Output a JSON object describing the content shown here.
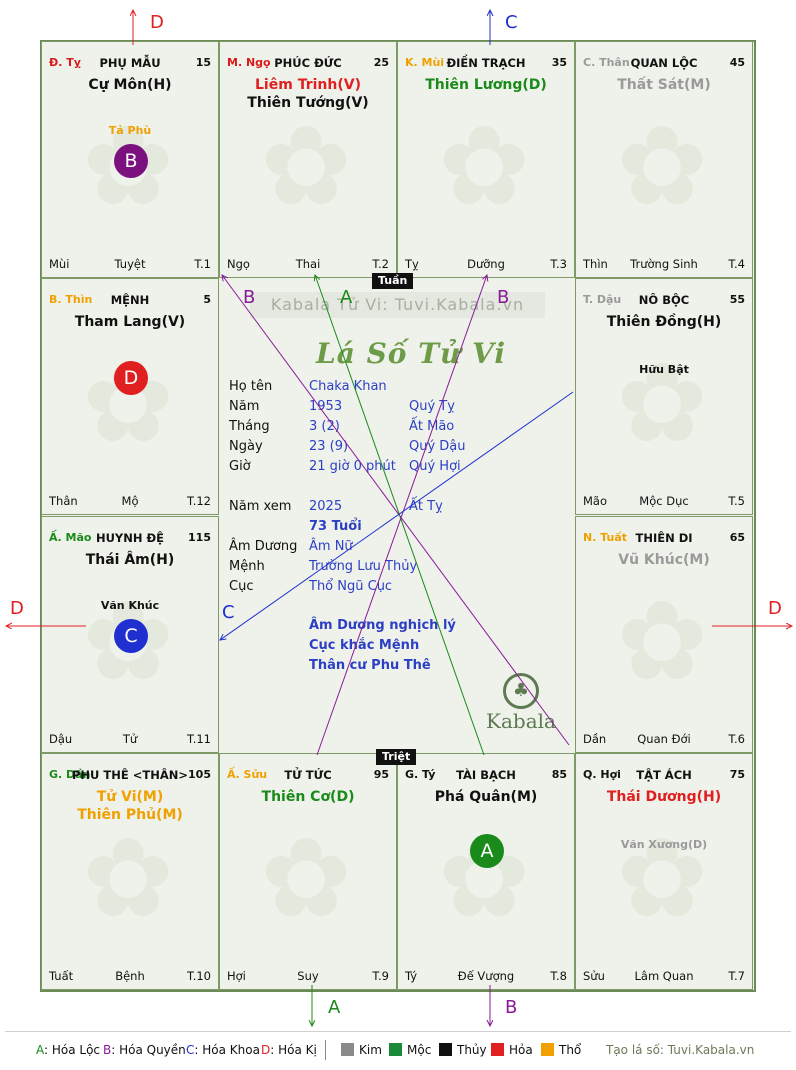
{
  "colors": {
    "hoa_loc": "#1a8a1a",
    "hoa_quyen": "#8a1a9a",
    "hoa_khoa": "#1f2fd0",
    "hoa_ki": "#e02020",
    "kim": "#8a8a8a",
    "moc": "#1a8a3a",
    "thuy": "#111111",
    "hoa": "#e02020",
    "tho": "#f0a000"
  },
  "palaces": [
    {
      "id": "phu-mau",
      "chi": "Đ. Tỵ",
      "chi_color": "#d81b1b",
      "name": "PHỤ MẪU",
      "age": "15",
      "stars": [
        {
          "t": "Cự Môn(H)",
          "c": "#111111"
        }
      ],
      "minor": [
        "Tả Phù"
      ],
      "minor_color": "#f0a000",
      "badge": {
        "letter": "B",
        "color": "#7b117e"
      },
      "foot_left": "Mùi",
      "foot_center": "Tuyệt",
      "foot_right": "T.1",
      "icon": "snake-icon"
    },
    {
      "id": "phuc-duc",
      "chi": "M. Ngọ",
      "chi_color": "#d81b1b",
      "name": "PHÚC ĐỨC",
      "age": "25",
      "stars": [
        {
          "t": "Liêm Trinh(V)",
          "c": "#e02020"
        },
        {
          "t": "Thiên Tướng(V)",
          "c": "#111111"
        }
      ],
      "minor": [],
      "minor_color": "#111111",
      "badge": null,
      "foot_left": "Ngọ",
      "foot_center": "Thai",
      "foot_right": "T.2",
      "icon": "horse-icon"
    },
    {
      "id": "dien-trach",
      "chi": "K. Mùi",
      "chi_color": "#f0a000",
      "name": "ĐIỀN TRẠCH",
      "age": "35",
      "stars": [
        {
          "t": "Thiên Lương(D)",
          "c": "#1a8a1a"
        }
      ],
      "minor": [],
      "minor_color": "#111111",
      "badge": null,
      "foot_left": "Tỵ",
      "foot_center": "Dưỡng",
      "foot_right": "T.3",
      "icon": "goat-icon"
    },
    {
      "id": "quan-loc",
      "chi": "C. Thân",
      "chi_color": "#9a9a9a",
      "name": "QUAN LỘC",
      "age": "45",
      "stars": [
        {
          "t": "Thất Sát(M)",
          "c": "#9a9a9a"
        }
      ],
      "minor": [],
      "minor_color": "#111111",
      "badge": null,
      "foot_left": "Thìn",
      "foot_center": "Trường Sinh",
      "foot_right": "T.4",
      "icon": "monkey-icon"
    },
    {
      "id": "no-boc",
      "chi": "T. Dậu",
      "chi_color": "#9a9a9a",
      "name": "NÔ BỘC",
      "age": "55",
      "stars": [
        {
          "t": "Thiên Đồng(H)",
          "c": "#111111"
        }
      ],
      "minor": [
        "Hữu Bật"
      ],
      "minor_color": "#111111",
      "badge": null,
      "foot_left": "Mão",
      "foot_center": "Mộc Dục",
      "foot_right": "T.5",
      "icon": "rooster-icon"
    },
    {
      "id": "thien-di",
      "chi": "N. Tuất",
      "chi_color": "#f0a000",
      "name": "THIÊN DI",
      "age": "65",
      "stars": [
        {
          "t": "Vũ Khúc(M)",
          "c": "#9a9a9a"
        }
      ],
      "minor": [],
      "minor_color": "#111111",
      "badge": null,
      "foot_left": "Dần",
      "foot_center": "Quan Đới",
      "foot_right": "T.6",
      "icon": "dog-icon"
    },
    {
      "id": "tat-ach",
      "chi": "Q. Hợi",
      "chi_color": "#111111",
      "name": "TẬT ÁCH",
      "age": "75",
      "stars": [
        {
          "t": "Thái Dương(H)",
          "c": "#e02020"
        }
      ],
      "minor": [
        "Văn Xương(D)"
      ],
      "minor_color": "#9a9a9a",
      "badge": null,
      "foot_left": "Sửu",
      "foot_center": "Lâm Quan",
      "foot_right": "T.7",
      "icon": "pig-icon"
    },
    {
      "id": "tai-bach",
      "chi": "G. Tý",
      "chi_color": "#111111",
      "name": "TÀI BẠCH",
      "age": "85",
      "stars": [
        {
          "t": "Phá Quân(M)",
          "c": "#111111"
        }
      ],
      "minor": [],
      "minor_color": "#111111",
      "badge": {
        "letter": "A",
        "color": "#1a8a1a"
      },
      "foot_left": "Tý",
      "foot_center": "Đế Vượng",
      "foot_right": "T.8",
      "icon": "rat-icon"
    },
    {
      "id": "tu-tuc",
      "chi": "Ấ. Sửu",
      "chi_color": "#f0a000",
      "name": "TỬ TỨC",
      "age": "95",
      "stars": [
        {
          "t": "Thiên Cơ(D)",
          "c": "#1a8a1a"
        }
      ],
      "minor": [],
      "minor_color": "#111111",
      "badge": null,
      "foot_left": "Hợi",
      "foot_center": "Suy",
      "foot_right": "T.9",
      "icon": "ox-icon"
    },
    {
      "id": "phu-the",
      "chi": "G. Dần",
      "chi_color": "#1a8a1a",
      "name": "PHU THÊ <THÂN>",
      "age": "105",
      "stars": [
        {
          "t": "Tử Vi(M)",
          "c": "#f0a000"
        },
        {
          "t": "Thiên Phủ(M)",
          "c": "#f0a000"
        }
      ],
      "minor": [],
      "minor_color": "#111111",
      "badge": null,
      "foot_left": "Tuất",
      "foot_center": "Bệnh",
      "foot_right": "T.10",
      "icon": "tiger-icon"
    },
    {
      "id": "huynh-de",
      "chi": "Ấ. Mão",
      "chi_color": "#1a8a1a",
      "name": "HUYNH ĐỆ",
      "age": "115",
      "stars": [
        {
          "t": "Thái Âm(H)",
          "c": "#111111"
        }
      ],
      "minor": [
        "Văn Khúc"
      ],
      "minor_color": "#111111",
      "badge": {
        "letter": "C",
        "color": "#1f2fd0"
      },
      "foot_left": "Dậu",
      "foot_center": "Tử",
      "foot_right": "T.11",
      "icon": "cat-icon"
    },
    {
      "id": "menh",
      "chi": "B. Thìn",
      "chi_color": "#f0a000",
      "name": "MỆNH",
      "age": "5",
      "stars": [
        {
          "t": "Tham Lang(V)",
          "c": "#111111"
        }
      ],
      "minor": [],
      "minor_color": "#111111",
      "badge": {
        "letter": "D",
        "color": "#e02020"
      },
      "foot_left": "Thân",
      "foot_center": "Mộ",
      "foot_right": "T.12",
      "icon": "dragon-icon"
    }
  ],
  "center": {
    "watermark": "Kabala Tử Vi: Tuvi.Kabala.vn",
    "title": "Lá Số Tử Vi",
    "rows": [
      {
        "label": "Họ tên",
        "v1": "Chaka Khan",
        "v2": ""
      },
      {
        "label": "Năm",
        "v1": "1953",
        "v2": "Quý Tỵ"
      },
      {
        "label": "Tháng",
        "v1": "3  (2)",
        "v2": "Ất Mão"
      },
      {
        "label": "Ngày",
        "v1": "23  (9)",
        "v2": "Quý Dậu"
      },
      {
        "label": "Giờ",
        "v1": "21 giờ 0 phút",
        "v2": "Quý Hợi"
      },
      {
        "label": "Năm xem",
        "v1": "2025",
        "v2": "Ất Tỵ"
      },
      {
        "label": "",
        "v1": "73 Tuổi",
        "v2": ""
      },
      {
        "label": "Âm Dương",
        "v1": "Âm Nữ",
        "v2": ""
      },
      {
        "label": "Mệnh",
        "v1": "Trường Lưu Thủy",
        "v2": ""
      },
      {
        "label": "Cục",
        "v1": "Thổ Ngũ Cục",
        "v2": ""
      }
    ],
    "notes": [
      "Âm Dương nghịch lý",
      "Cục khắc Mệnh",
      "Thân cư Phu Thê"
    ],
    "tuan": "Tuần",
    "triet": "Triệt",
    "logo_text": "Kabala"
  },
  "arrow_labels": {
    "top_d": "D",
    "top_c": "C",
    "left_d": "D",
    "right_d": "D",
    "bottom_a": "A",
    "bottom_b": "B",
    "line_b1": "B",
    "line_a": "A",
    "line_b2": "B",
    "line_c": "C"
  },
  "legend": {
    "a_key": "A",
    "a_text": ": Hóa Lộc",
    "b_key": "B",
    "b_text": ": Hóa Quyền",
    "c_key": "C",
    "c_text": ": Hóa Khoa",
    "d_key": "D",
    "d_text": ": Hóa Kị",
    "kim": "Kim",
    "moc": "Mộc",
    "thuy": "Thủy",
    "hoa": "Hỏa",
    "tho": "Thổ",
    "site": "Tạo lá số: Tuvi.Kabala.vn"
  }
}
